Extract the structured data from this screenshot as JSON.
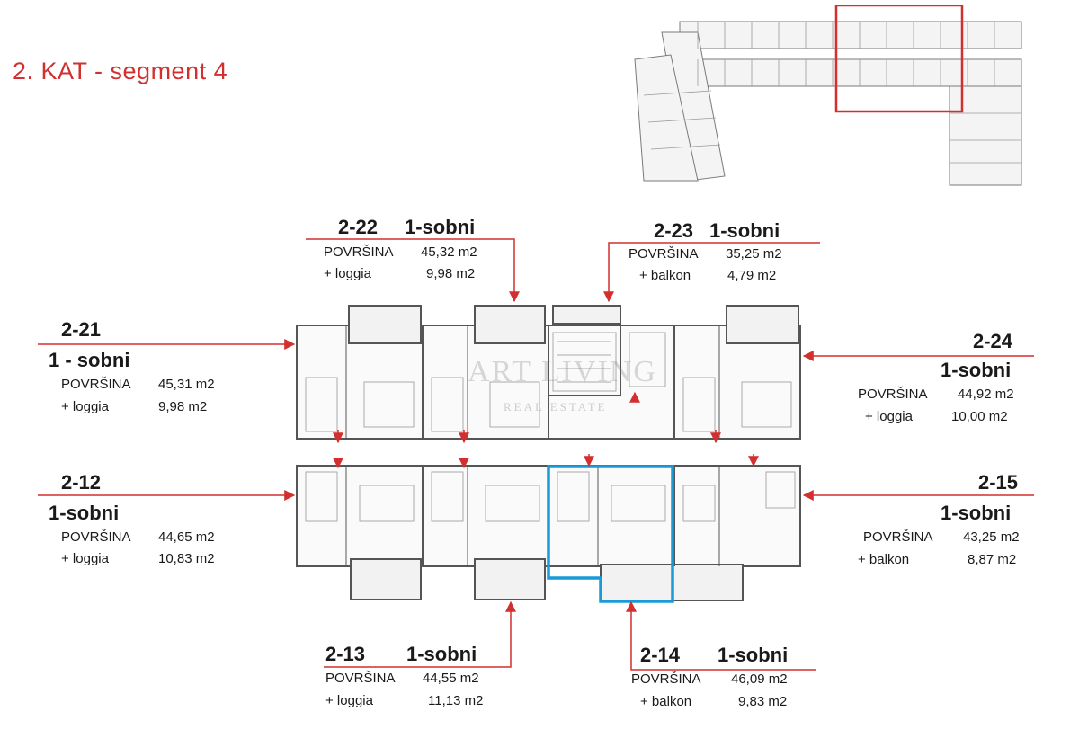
{
  "title": "2. KAT - segment 4",
  "watermark": {
    "brand": "ART LIVING",
    "sub": "REAL ESTATE"
  },
  "colors": {
    "accent_red": "#d32f2f",
    "highlight_blue": "#1a9ad6",
    "wall": "#555555"
  },
  "units": {
    "u2_21": {
      "code": "2-21",
      "rooms": "1 - sobni",
      "area_label": "POVRŠINA",
      "area": "45,31 m2",
      "extra_label": "+ loggia",
      "extra": "9,98 m2"
    },
    "u2_22": {
      "code": "2-22",
      "rooms": "1-sobni",
      "area_label": "POVRŠINA",
      "area": "45,32 m2",
      "extra_label": "+ loggia",
      "extra": "9,98 m2"
    },
    "u2_23": {
      "code": "2-23",
      "rooms": "1-sobni",
      "area_label": "POVRŠINA",
      "area": "35,25 m2",
      "extra_label": "+ balkon",
      "extra": "4,79 m2"
    },
    "u2_24": {
      "code": "2-24",
      "rooms": "1-sobni",
      "area_label": "POVRŠINA",
      "area": "44,92 m2",
      "extra_label": "+ loggia",
      "extra": "10,00 m2"
    },
    "u2_12": {
      "code": "2-12",
      "rooms": "1-sobni",
      "area_label": "POVRŠINA",
      "area": "44,65 m2",
      "extra_label": "+ loggia",
      "extra": "10,83 m2"
    },
    "u2_15": {
      "code": "2-15",
      "rooms": "1-sobni",
      "area_label": "POVRŠINA",
      "area": "43,25 m2",
      "extra_label": "+ balkon",
      "extra": "8,87 m2"
    },
    "u2_13": {
      "code": "2-13",
      "rooms": "1-sobni",
      "area_label": "POVRŠINA",
      "area": "44,55 m2",
      "extra_label": "+ loggia",
      "extra": "11,13 m2"
    },
    "u2_14": {
      "code": "2-14",
      "rooms": "1-sobni",
      "area_label": "POVRŠINA",
      "area": "46,09 m2",
      "extra_label": "+ balkon",
      "extra": "9,83 m2"
    }
  }
}
